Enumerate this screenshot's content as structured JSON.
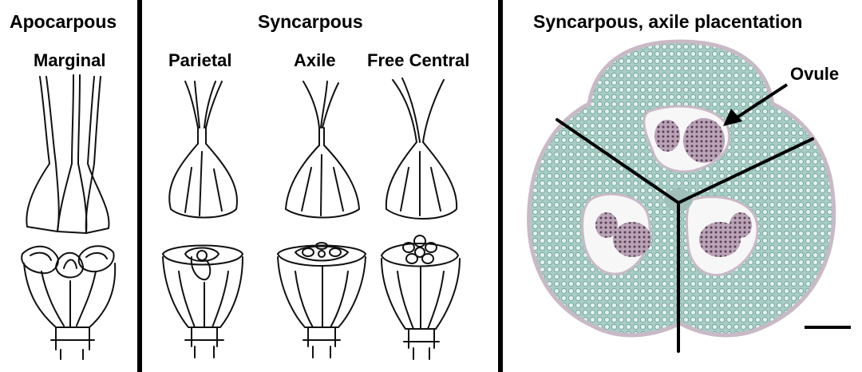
{
  "panels": {
    "apocarpous": {
      "title": "Apocarpous",
      "label": "Marginal"
    },
    "syncarpous": {
      "title": "Syncarpous",
      "labels": [
        "Parietal",
        "Axile",
        "Free Central"
      ]
    },
    "section": {
      "title": "Syncarpous, axile placentation",
      "ovule_label": "Ovule"
    }
  },
  "colors": {
    "ink": "#111111",
    "tissue": "#9cc4bc",
    "tissue_cells": "#6fa79b",
    "ovule": "#8a6a82",
    "border": "#c9b9c6"
  }
}
